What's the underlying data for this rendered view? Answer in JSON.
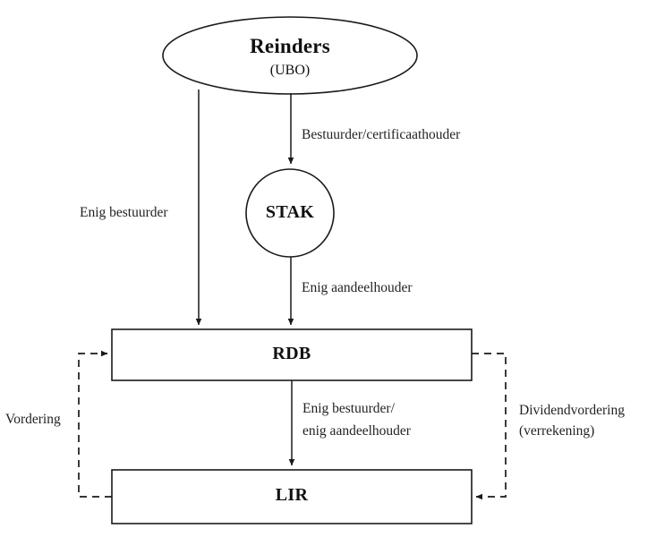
{
  "diagram": {
    "title_text": "Reinders",
    "nodes": [
      {
        "id": "reinders",
        "shape": "ellipse",
        "label": "Reinders",
        "sublabel": "(UBO)"
      },
      {
        "id": "stak",
        "shape": "circle",
        "label": "STAK"
      },
      {
        "id": "rdb",
        "shape": "rect",
        "label": "RDB"
      },
      {
        "id": "lir",
        "shape": "rect",
        "label": "LIR"
      }
    ],
    "edge_labels": {
      "bestuurder_certificaathouder": "Bestuurder/certificaathouder",
      "enig_bestuurder": "Enig bestuurder",
      "enig_aandeelhouder": "Enig aandeelhouder",
      "enig_bestuurder_aandeelhouder_line1": "Enig bestuurder/",
      "enig_bestuurder_aandeelhouder_line2": "enig aandeelhouder",
      "vordering": "Vordering",
      "dividendvordering_line1": "Dividendvordering",
      "dividendvordering_line2": "(verrekening)"
    },
    "colors": {
      "stroke": "#1a1a1a",
      "text": "#231f20",
      "background": "#ffffff"
    }
  }
}
